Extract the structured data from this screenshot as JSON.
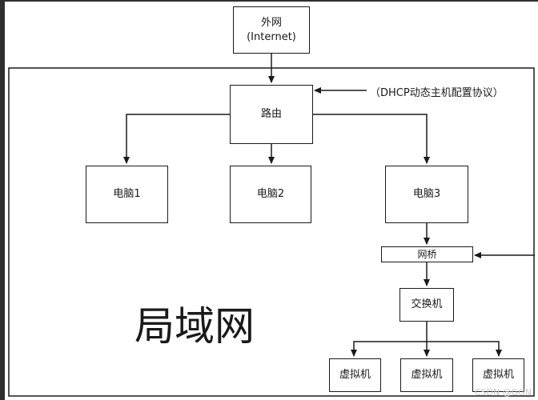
{
  "nodes": {
    "internet": {
      "line1": "外网",
      "line2": "(Internet)"
    },
    "router": "路由",
    "pc1": "电脑1",
    "pc2": "电脑2",
    "pc3": "电脑3",
    "bridge": "网桥",
    "switch": "交换机",
    "vm1": "虚拟机",
    "vm2": "虚拟机",
    "vm3": "虚拟机"
  },
  "annotations": {
    "dhcp": "（DHCP动态主机配置协议）"
  },
  "lan_label": "局域网",
  "watermark": "CSDN @GGN"
}
